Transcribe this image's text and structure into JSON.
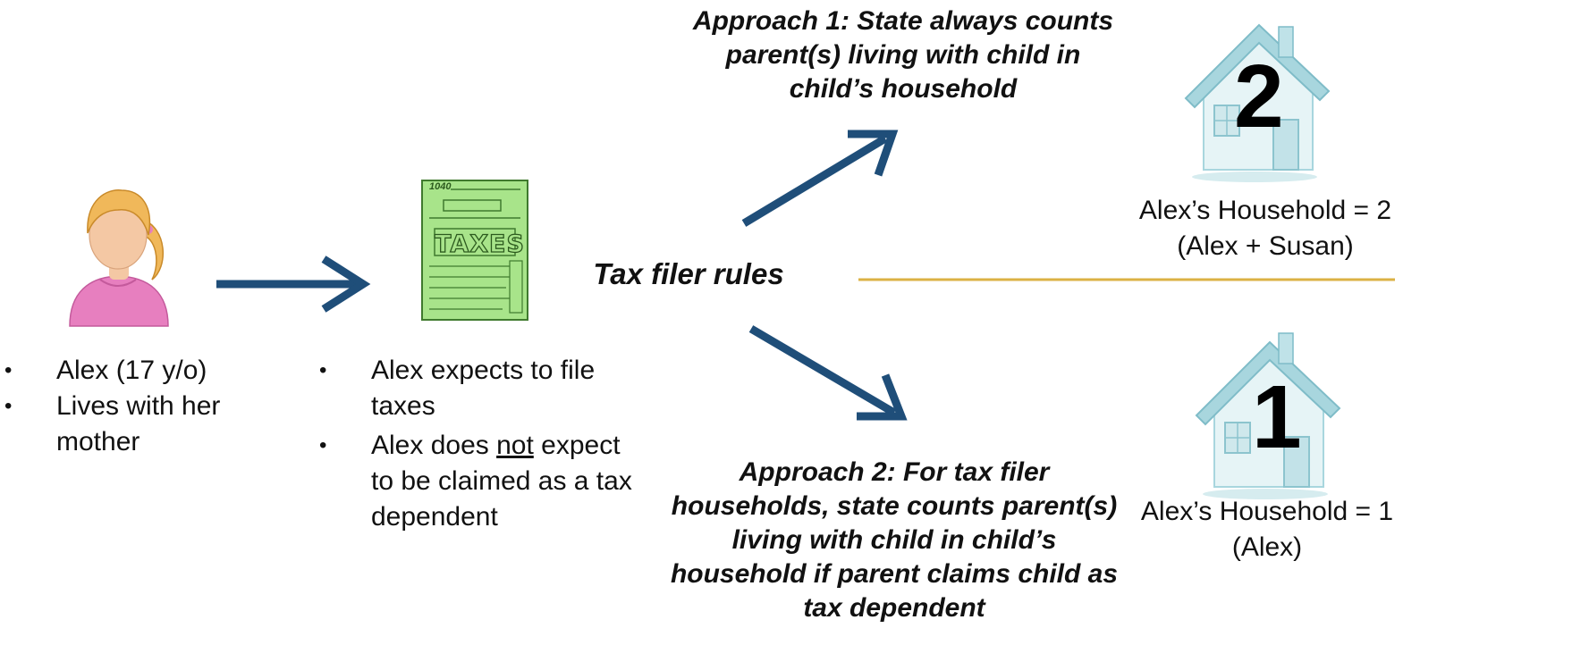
{
  "person": {
    "bullets": [
      "Alex (17 y/o)",
      "Lives with her mother"
    ]
  },
  "tax_form": {
    "form_label": "1040",
    "form_word": "TAXES",
    "bullets": {
      "b1": "Alex expects to file taxes",
      "b2_pre": "Alex does ",
      "b2_underlined": "not",
      "b2_post": " expect to be claimed as a tax dependent"
    }
  },
  "center_label": "Tax filer rules",
  "approach1": {
    "text": "Approach 1: State always counts parent(s) living with child in child’s household",
    "house_number": "2",
    "household_line1": "Alex’s Household = 2",
    "household_line2": "(Alex + Susan)"
  },
  "approach2": {
    "text": "Approach 2: For tax filer households, state counts parent(s) living with child in child’s household if parent claims child as tax dependent",
    "house_number": "1",
    "household_line1": "Alex’s Household = 1",
    "household_line2": "(Alex)"
  },
  "colors": {
    "arrow": "#1f4e79",
    "divider": "#dbb244",
    "form_fill": "#a8e48a",
    "form_ink": "#3f7a2e",
    "shirt": "#e77fbf",
    "hair": "#f0b85a",
    "skin": "#f4c8a4",
    "house_wall": "#d9eef2",
    "house_roof": "#a8d6de"
  },
  "icons": [
    "person-icon",
    "tax-form-icon",
    "house-icon"
  ]
}
